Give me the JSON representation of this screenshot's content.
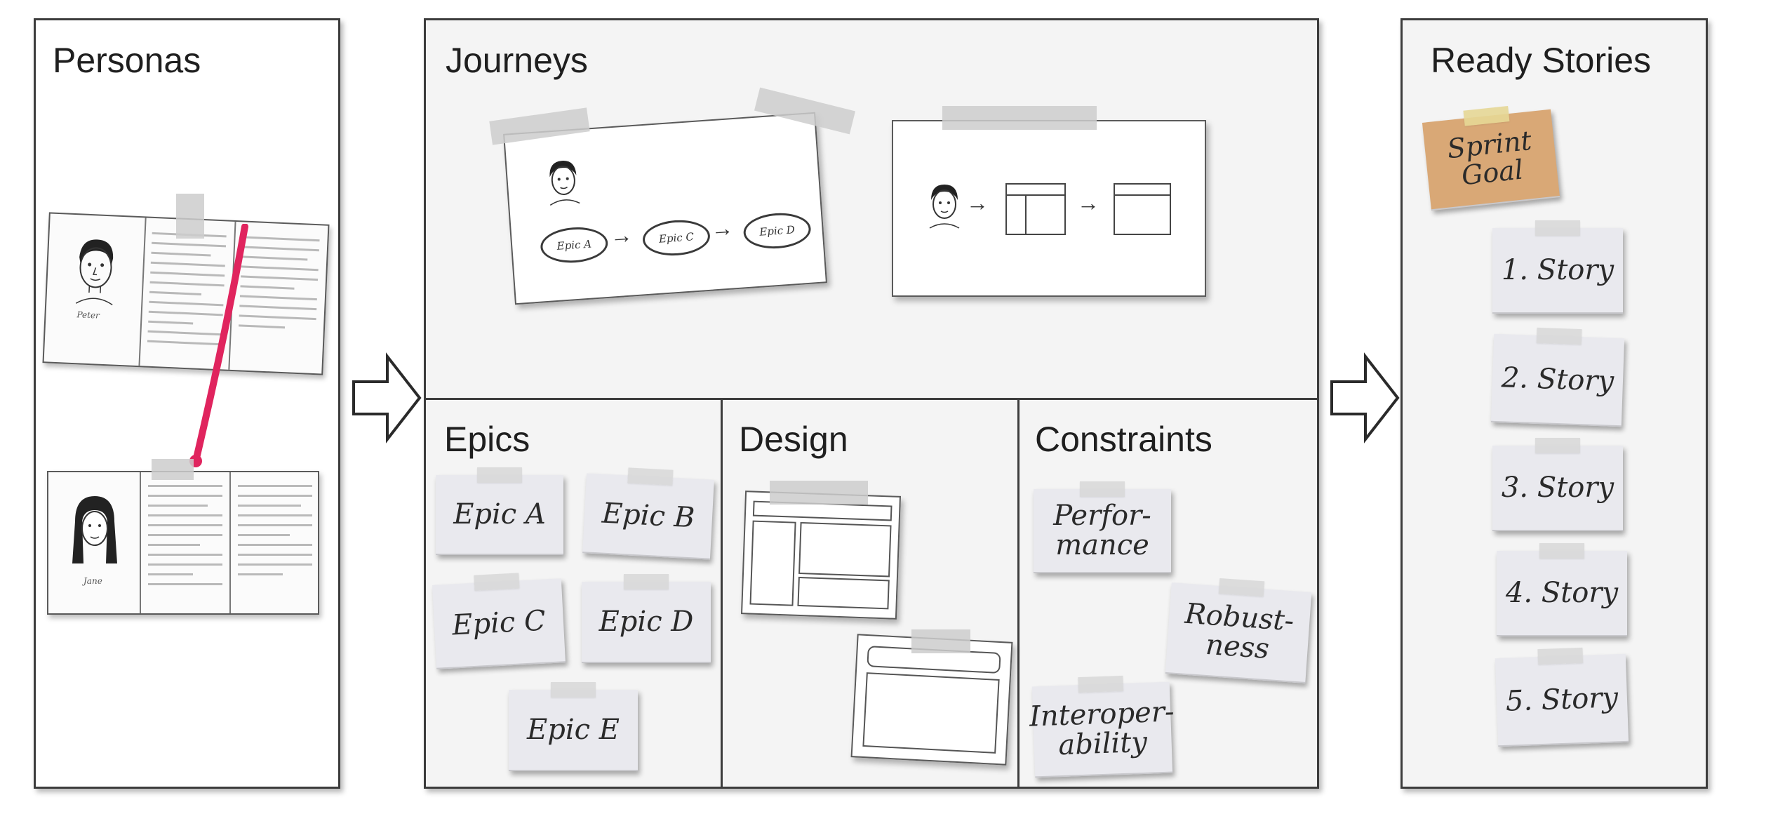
{
  "panels": {
    "personas": {
      "title": "Personas",
      "persona_names": [
        "Peter",
        "Jane"
      ]
    },
    "journeys": {
      "title": "Journeys",
      "journey_epics": [
        "Epic A",
        "Epic C",
        "Epic D"
      ]
    },
    "epics": {
      "title": "Epics",
      "notes": [
        "Epic A",
        "Epic B",
        "Epic C",
        "Epic D",
        "Epic E"
      ]
    },
    "design": {
      "title": "Design"
    },
    "constraints": {
      "title": "Constraints",
      "notes": [
        "Perfor-\nmance",
        "Robust-\nness",
        "Interoper-\nability"
      ]
    },
    "ready_stories": {
      "title": "Ready Stories",
      "goal": "Sprint\nGoal",
      "stories": [
        "1. Story",
        "2. Story",
        "3. Story",
        "4. Story",
        "5. Story"
      ]
    }
  },
  "colors": {
    "note": "#e9e9ee",
    "goal_note": "#d9a876",
    "bookmark": "#e0245e",
    "border": "#3c3c3c"
  }
}
